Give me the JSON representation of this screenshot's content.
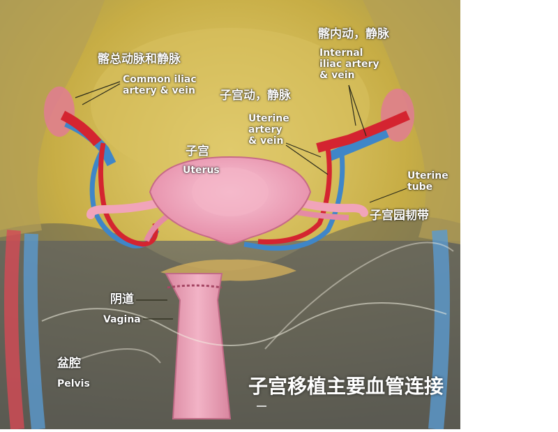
{
  "labels": {
    "common_iliac_zh": "髂总动脉和静脉",
    "common_iliac_en": "Common iliac\nartery & vein",
    "internal_iliac_zh": "髂内动，静脉",
    "internal_iliac_en": "Internal\niliac artery\n& vein",
    "uterine_vessels_zh": "子宫动，静脉",
    "uterine_vessels_en": "Uterine\nartery\n& vein",
    "uterus_zh": "子宫",
    "uterus_en": "Uterus",
    "uterine_tube_en": "Uterine\ntube",
    "round_ligament_zh": "子宫园韧带",
    "vagina_zh": "阴道",
    "vagina_en": "Vagina",
    "pelvis_zh": "盆腔",
    "pelvis_en": "Pelvis"
  },
  "caption": "子宫移植主要血管连接",
  "colors": {
    "artery": "#d42430",
    "vein": "#3f86c8",
    "uterus": "#ee9cb4",
    "tissue": "#c9b24a",
    "background": "#ffffff"
  }
}
